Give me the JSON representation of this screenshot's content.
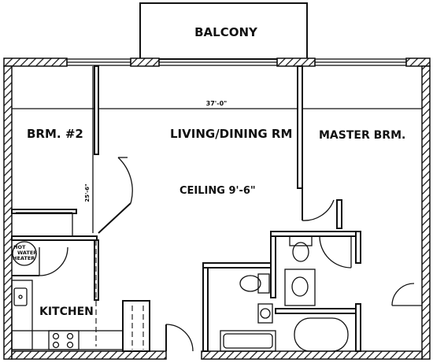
{
  "plan": {
    "rooms": {
      "balcony": "BALCONY",
      "bedroom2": "BRM. #2",
      "living_dining": "LIVING/DINING RM",
      "master_bedroom": "MASTER BRM.",
      "kitchen": "KITCHEN"
    },
    "notes": {
      "ceiling": "CEILING 9'-6\"",
      "overall_width": "37'-0\"",
      "depth": "25'-6\"",
      "hot_water_heater": [
        "HOT",
        "WATER",
        "HEATER"
      ]
    }
  }
}
